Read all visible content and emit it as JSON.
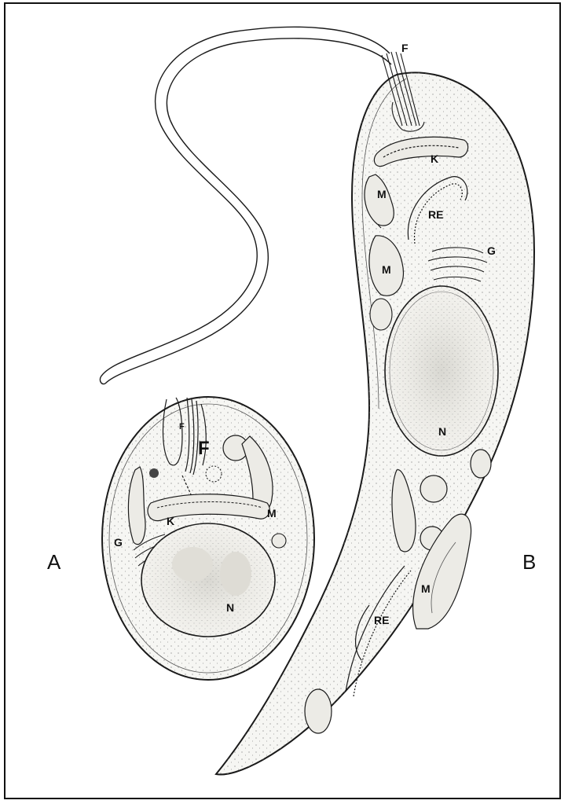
{
  "colors": {
    "ink": "#1a1a1a",
    "paper": "#ffffff",
    "cytoplasm": "#f4f4f1",
    "nucleus": "#ecebe6"
  },
  "panel_labels": {
    "a": "A",
    "b": "B"
  },
  "cell_a_labels": {
    "flagellum_small": "F",
    "flagellum_large": "F",
    "mitochondrion": "M",
    "kinetoplast": "K",
    "golgi": "G",
    "nucleus": "N"
  },
  "cell_b_labels": {
    "flagellum": "F",
    "kinetoplast": "K",
    "mitochondrion_1": "M",
    "reticulum_1": "RE",
    "golgi": "G",
    "mitochondrion_2": "M",
    "nucleus": "N",
    "mitochondrion_3": "M",
    "reticulum_2": "RE"
  }
}
